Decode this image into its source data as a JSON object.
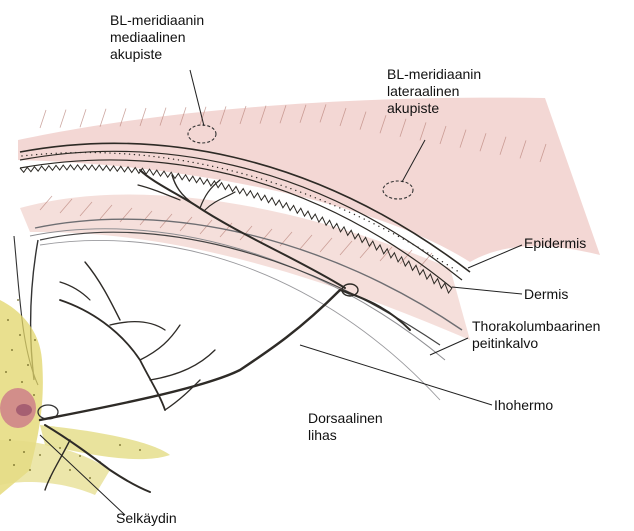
{
  "labels": {
    "medial_point": [
      "BL-meridiaanin",
      "mediaalinen",
      "akupiste"
    ],
    "lateral_point": [
      "BL-meridiaanin",
      "lateraalinen",
      "akupiste"
    ],
    "epidermis": "Epidermis",
    "dermis": "Dermis",
    "fascia": [
      "Thorakolumbaarinen",
      "peitinkalvo"
    ],
    "nerve": "Ihohermo",
    "muscle": [
      "Dorsaalinen",
      "lihas"
    ],
    "spinal_cord": "Selkäydin"
  },
  "colors": {
    "muscle_pink": "#e9b7b0",
    "muscle_line": "#b9837a",
    "skin_line": "#2d2a25",
    "spine_yellow": "#e2d66a",
    "spine_purple": "#c04a86",
    "nerve_dark": "#2e2b27",
    "leader_line": "#222222"
  }
}
